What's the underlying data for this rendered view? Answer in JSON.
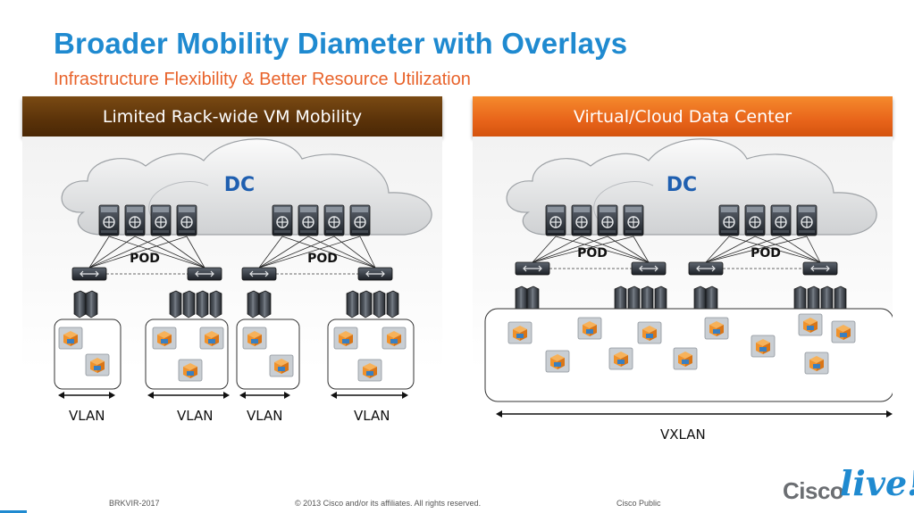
{
  "slide": {
    "title": "Broader Mobility Diameter with Overlays",
    "subtitle": "Infrastructure Flexibility & Better Resource Utilization"
  },
  "panels": [
    {
      "header": "Limited Rack-wide VM Mobility",
      "cloud_label": "DC",
      "pod_labels": [
        "POD",
        "POD"
      ],
      "segment_labels": [
        "VLAN",
        "VLAN",
        "VLAN",
        "VLAN"
      ]
    },
    {
      "header": "Virtual/Cloud Data Center",
      "cloud_label": "DC",
      "pod_labels": [
        "POD",
        "POD"
      ],
      "segment_labels": [
        "VXLAN"
      ]
    }
  ],
  "footer": {
    "session_id": "BRKVIR-2017",
    "copyright": "© 2013 Cisco and/or its affiliates. All rights reserved.",
    "classification": "Cisco Public"
  },
  "logo": {
    "brand": "Cisco",
    "event": "live!"
  },
  "icons": {
    "cloud": "cloud-icon",
    "core_switch": "core-switch-icon",
    "access_switch": "access-switch-icon",
    "server": "server-icon",
    "vm": "virtual-machine-icon",
    "arrow": "double-arrow-icon"
  },
  "colors": {
    "title": "#1f8ad0",
    "subtitle": "#e8632b",
    "header_left": "#5a3209",
    "header_right": "#e8641a",
    "vm_orange": "#f0922b",
    "vm_blue": "#3a7fc0"
  }
}
